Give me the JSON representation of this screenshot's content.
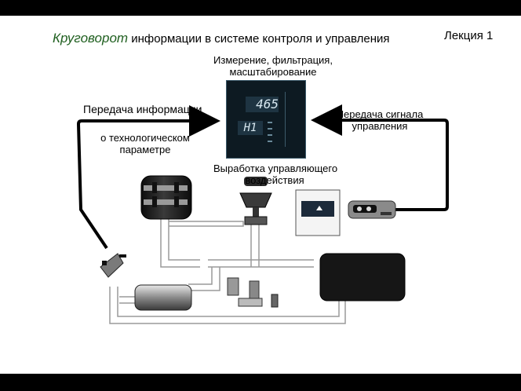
{
  "slide": {
    "title_italic": "Круговорот",
    "title_rest": "информации в системе  контроля и управления",
    "lecture": "Лекция 1"
  },
  "labels": {
    "measure_1": "Измерение, фильтрация,",
    "measure_2": "масштабирование",
    "info_transfer": "Передача информации",
    "param_1": "о технологическом",
    "param_2": "параметре",
    "signal_1": "Передача сигнала",
    "signal_2": "управления",
    "control_1": "Выработка управляющего",
    "control_2": "воздействия"
  },
  "controller_display": {
    "top_value": "465",
    "bottom_value": "H1"
  },
  "colors": {
    "arrow": "#000000",
    "title_italic": "#1f5f1f",
    "pipe": "#c8c8c8",
    "tank": "#1a1a1a",
    "controller_body": "#0d1a22",
    "display_digits": "#d8e8f0"
  }
}
